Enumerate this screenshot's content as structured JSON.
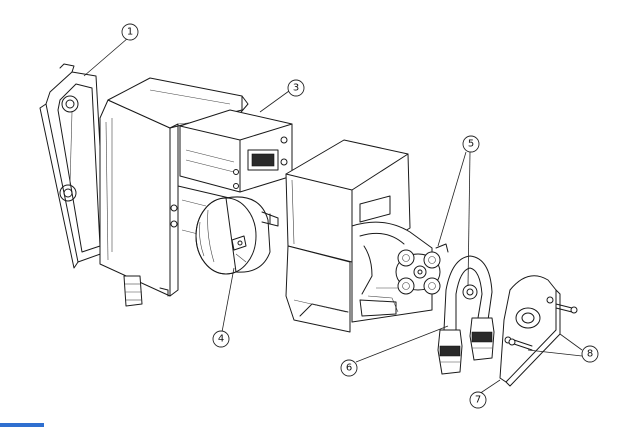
{
  "callouts": [
    {
      "id": 1,
      "label": "1"
    },
    {
      "id": 2,
      "label": "3"
    },
    {
      "id": 3,
      "label": "4"
    },
    {
      "id": 4,
      "label": "5"
    },
    {
      "id": 5,
      "label": "6"
    },
    {
      "id": 6,
      "label": "7"
    },
    {
      "id": 7,
      "label": "8"
    }
  ],
  "colors": {
    "line": "#1a1a1a",
    "background": "#ffffff",
    "edge_mark": "#2f6fd0"
  }
}
